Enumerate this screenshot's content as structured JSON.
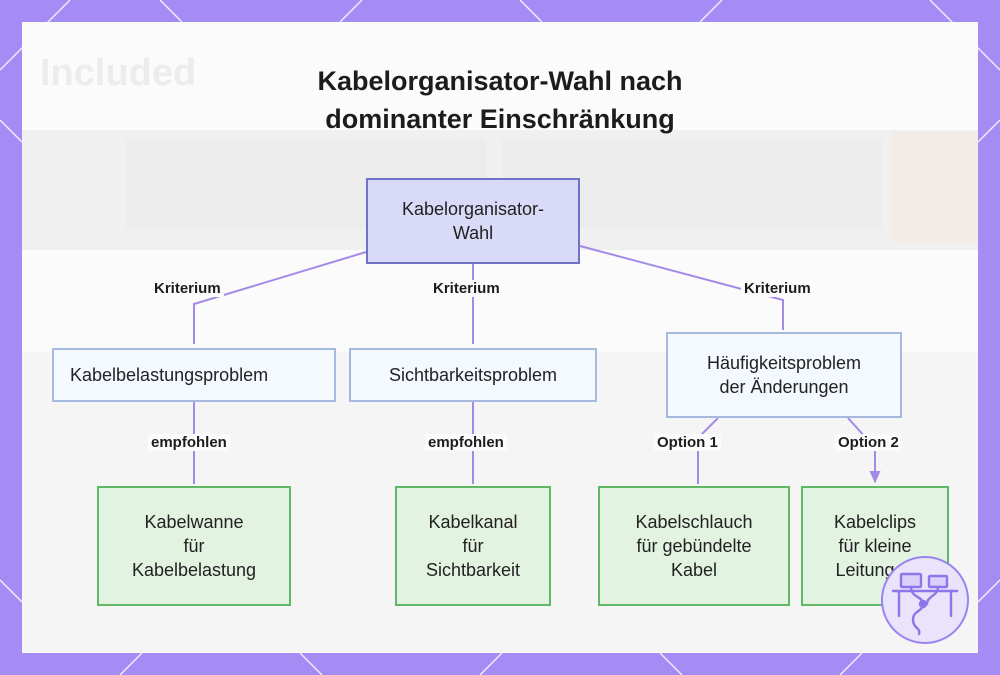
{
  "title": {
    "line1": "Kabelorganisator-Wahl nach",
    "line2": "dominanter Einschränkung"
  },
  "background_text": "Included",
  "nodes": {
    "root": {
      "lines": [
        "Kabelorganisator-",
        "Wahl"
      ]
    },
    "load_problem": {
      "lines": [
        "Kabelbelastungsproblem"
      ]
    },
    "visibility_problem": {
      "lines": [
        "Sichtbarkeitsproblem"
      ]
    },
    "frequency_problem": {
      "lines": [
        "Häufigkeitsproblem",
        "der Änderungen"
      ]
    },
    "cable_tray": {
      "lines": [
        "Kabelwanne",
        "für",
        "Kabelbelastung"
      ]
    },
    "cable_channel": {
      "lines": [
        "Kabelkanal",
        "für",
        "Sichtbarkeit"
      ]
    },
    "cable_sleeve": {
      "lines": [
        "Kabelschlauch",
        "für gebündelte",
        "Kabel"
      ]
    },
    "cable_clips": {
      "lines": [
        "Kabelclips",
        "für kleine",
        "Leitungen"
      ]
    }
  },
  "edge_labels": {
    "criterion_left": "Kriterium",
    "criterion_center": "Kriterium",
    "criterion_right": "Kriterium",
    "recommended_left": "empfohlen",
    "recommended_center": "empfohlen",
    "option_1": "Option 1",
    "option_2": "Option 2"
  },
  "colors": {
    "background": "#a58cf5",
    "root_fill": "#d8daf8",
    "root_border": "#6f72c6",
    "problem_fill": "#f4f8ff",
    "problem_border": "#a6badf",
    "solution_fill": "#e2f3e2",
    "solution_border": "#60b865",
    "edge": "#a48ae6"
  },
  "icons": {
    "badge": "desk-cable-icon"
  }
}
